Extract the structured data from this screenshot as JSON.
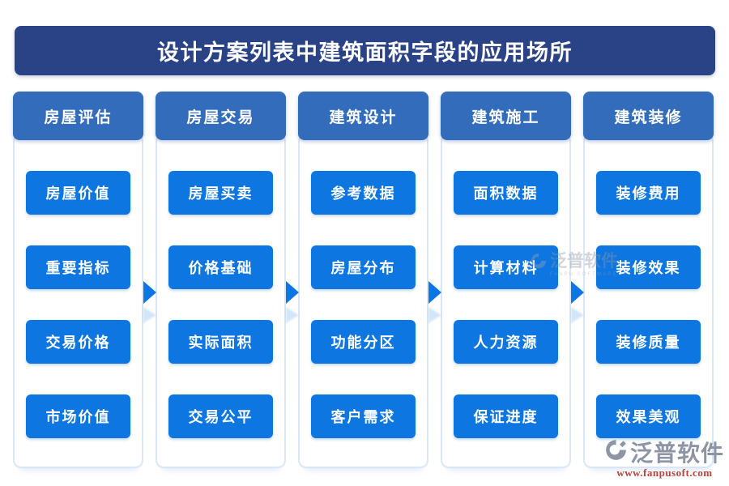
{
  "title": "设计方案列表中建筑面积字段的应用场所",
  "columns": [
    {
      "header": "房屋评估",
      "items": [
        "房屋价值",
        "重要指标",
        "交易价格",
        "市场价值"
      ]
    },
    {
      "header": "房屋交易",
      "items": [
        "房屋买卖",
        "价格基础",
        "实际面积",
        "交易公平"
      ]
    },
    {
      "header": "建筑设计",
      "items": [
        "参考数据",
        "房屋分布",
        "功能分区",
        "客户需求"
      ]
    },
    {
      "header": "建筑施工",
      "items": [
        "面积数据",
        "计算材料",
        "人力资源",
        "保证进度"
      ]
    },
    {
      "header": "建筑装修",
      "items": [
        "装修费用",
        "装修效果",
        "装修质量",
        "效果美观"
      ]
    }
  ],
  "watermark": {
    "text": "泛普软件",
    "subtext": "FANPU SOFTWARE"
  },
  "footer": {
    "brand": "泛普软件",
    "url": "www.fanpusoft.com"
  },
  "colors": {
    "title_bg": "#2a4286",
    "header_bg": "#336cba",
    "item_bg": "#0d76e0",
    "arrow": "#0d76e0",
    "card_border": "#dbe6f4",
    "brand_gray": "#8d94a3",
    "url_red": "#b5443a"
  }
}
